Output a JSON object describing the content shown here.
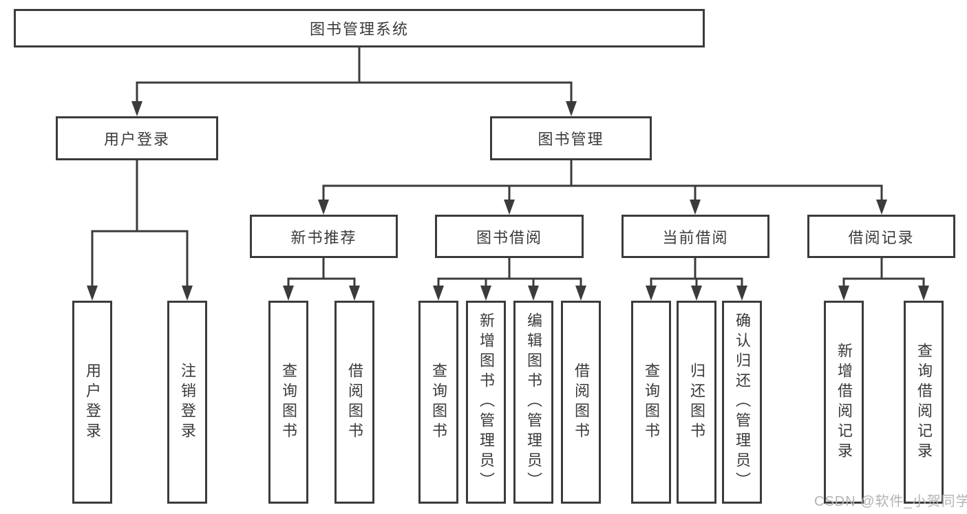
{
  "diagram_type": "hierarchy",
  "root": {
    "label": "图书管理系统"
  },
  "level1": [
    {
      "id": "user-login",
      "label": "用户登录"
    },
    {
      "id": "book-management",
      "label": "图书管理"
    }
  ],
  "level2": [
    {
      "id": "new-book-recommendation",
      "label": "新书推荐",
      "parent": "图书管理"
    },
    {
      "id": "book-borrowing",
      "label": "图书借阅",
      "parent": "图书管理"
    },
    {
      "id": "current-borrowing",
      "label": "当前借阅",
      "parent": "图书管理"
    },
    {
      "id": "borrowing-records",
      "label": "借阅记录",
      "parent": "图书管理"
    }
  ],
  "leaves": [
    {
      "label": "用户登录",
      "parent": "用户登录"
    },
    {
      "label": "注销登录",
      "parent": "用户登录"
    },
    {
      "label": "查询图书",
      "parent": "新书推荐"
    },
    {
      "label": "借阅图书",
      "parent": "新书推荐"
    },
    {
      "label": "查询图书",
      "parent": "图书借阅"
    },
    {
      "label": "新增图书（管理员）",
      "parent": "图书借阅"
    },
    {
      "label": "编辑图书（管理员）",
      "parent": "图书借阅"
    },
    {
      "label": "借阅图书",
      "parent": "图书借阅"
    },
    {
      "label": "查询图书",
      "parent": "当前借阅"
    },
    {
      "label": "归还图书",
      "parent": "当前借阅"
    },
    {
      "label": "确认归还（管理员）",
      "parent": "当前借阅"
    },
    {
      "label": "新增借阅记录",
      "parent": "借阅记录"
    },
    {
      "label": "查询借阅记录",
      "parent": "借阅记录"
    }
  ],
  "watermark": "CSDN @软件_小贺同学",
  "colors": {
    "line": "#3b3b3b",
    "border": "#3b3b3b",
    "text": "#3a3a3a",
    "watermark": "#b3b3b3",
    "background": "#ffffff"
  }
}
